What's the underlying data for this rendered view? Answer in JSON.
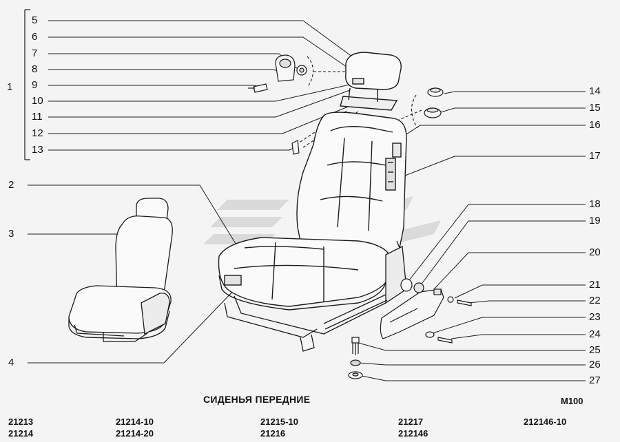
{
  "title": "СИДЕНЬЯ ПЕРЕДНИЕ",
  "code": "M100",
  "group_label": "1",
  "callouts": [
    {
      "num": "5"
    },
    {
      "num": "6"
    },
    {
      "num": "7"
    },
    {
      "num": "8"
    },
    {
      "num": "9"
    },
    {
      "num": "10"
    },
    {
      "num": "11"
    },
    {
      "num": "12"
    },
    {
      "num": "13"
    },
    {
      "num": "2"
    },
    {
      "num": "3"
    },
    {
      "num": "4"
    },
    {
      "num": "14"
    },
    {
      "num": "15"
    },
    {
      "num": "16"
    },
    {
      "num": "17"
    },
    {
      "num": "18"
    },
    {
      "num": "19"
    },
    {
      "num": "20"
    },
    {
      "num": "21"
    },
    {
      "num": "22"
    },
    {
      "num": "23"
    },
    {
      "num": "24"
    },
    {
      "num": "25"
    },
    {
      "num": "26"
    },
    {
      "num": "27"
    }
  ],
  "models": [
    {
      "line1": "21213",
      "line2": "21214"
    },
    {
      "line1": "21214-10",
      "line2": "21214-20"
    },
    {
      "line1": "21215-10",
      "line2": "21216"
    },
    {
      "line1": "21217",
      "line2": "212146"
    },
    {
      "line1": "212146-10",
      "line2": ""
    }
  ],
  "colors": {
    "ink": "#1a1a1a",
    "background": "#f4f4f4",
    "watermark": "#d9d9d9"
  }
}
